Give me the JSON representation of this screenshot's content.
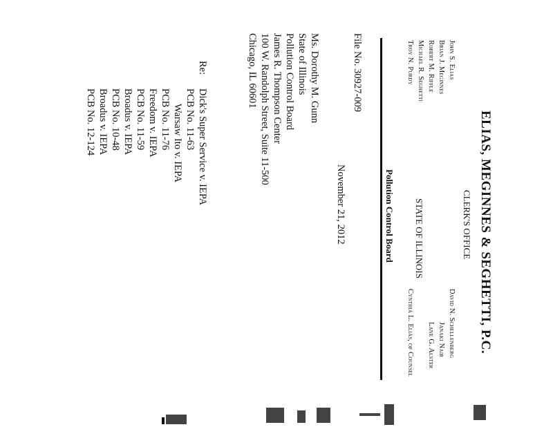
{
  "letterhead": {
    "firm_name": "ELIAS, MEGINNES & SEGHETTI, P.C.",
    "received_stamp": "CLERK'S OFFICE",
    "stamp_state": "STATE OF ILLINOIS",
    "stamp_board": "Pollution Control Board",
    "attorneys_left": [
      "John S. Elias",
      "Brian J. Meginnes",
      "Robert M. Riffle",
      "Michael R. Seghetti",
      "Troy N. Purdy"
    ],
    "attorneys_right": [
      "David N. Schellenberg",
      "Janaki Nair",
      "Lane G. Alster",
      "Cynthia L. Elias, of Counsel"
    ]
  },
  "letter": {
    "date": "November 21, 2012",
    "file_no": "File No. 30927-009",
    "recipient": [
      "Ms. Dorothy M. Gunn",
      "State of Illinois",
      "Pollution Control Board",
      "James R. Thompson Center",
      "100 W. Randolph Street, Suite 11-500",
      "Chicago, IL 60601"
    ],
    "re_label": "Re:",
    "re_lines": [
      "Dick's Super Service v. IEPA",
      "PCB No. 11-63",
      "Warsaw Ito v. IEPA",
      "PCB No. 11-76",
      "Freedom v. IEPA",
      "PCB No. 11-59",
      "Broadus v. IEPA",
      "PCB No. 10-48",
      "Broadus v. IEPA",
      "PCB No. 12-124"
    ]
  }
}
